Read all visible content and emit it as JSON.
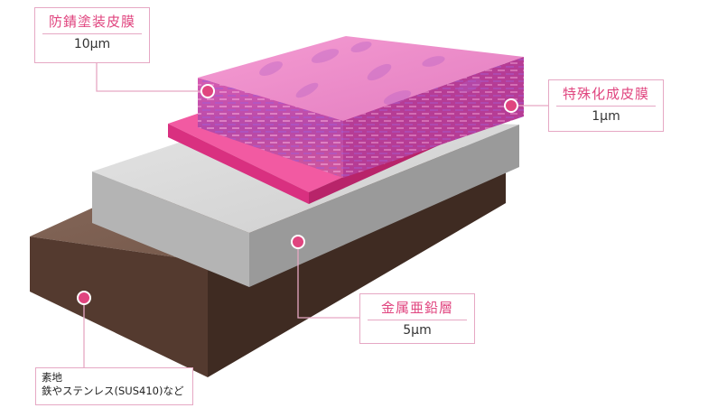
{
  "layers": {
    "antirust": {
      "name": "防錆塗装皮膜",
      "thickness": "10μm"
    },
    "special": {
      "name": "特殊化成皮膜",
      "thickness": "1μm"
    },
    "zinc": {
      "name": "金属亜鉛層",
      "thickness": "5μm"
    },
    "base": {
      "name": "素地",
      "desc": "鉄やステンレス(SUS410)など"
    }
  },
  "colors": {
    "accent": "#e0457f",
    "callout_border": "#e6a8c4",
    "coating": "#f08ac8",
    "special_layer": "#ec3f8c",
    "zinc_layer": "#c9c9c9",
    "base_layer": "#5b4034"
  }
}
